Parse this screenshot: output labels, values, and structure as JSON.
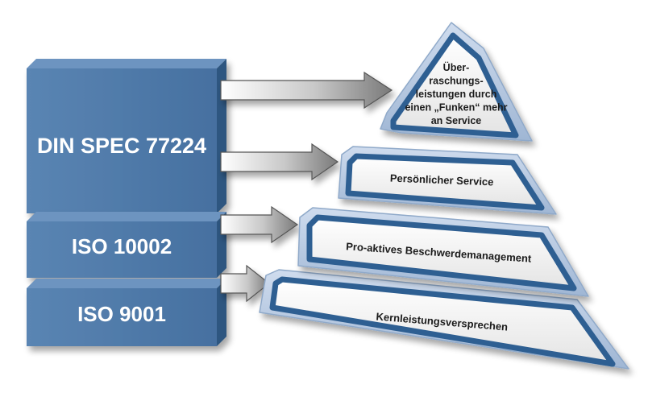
{
  "colors": {
    "block_front": "#4f79a7",
    "block_side": "#2f5680",
    "block_top": "#6d94c0",
    "tier_outer": "#b9cbe2",
    "tier_outer_shadow": "#8fa9c9",
    "tier_ring": "#2f5f92",
    "tier_inner": "#f2f2f2",
    "arrow_light": "#ffffff",
    "arrow_dark": "#8a8a8a"
  },
  "standards": [
    {
      "label": "DIN SPEC 77224"
    },
    {
      "label": "ISO 10002"
    },
    {
      "label": "ISO 9001"
    }
  ],
  "pyramid": {
    "tiers": [
      {
        "lines": [
          "Über-",
          "raschungs-",
          "leistungen durch",
          "einen „Funken“ mehr",
          "an Service"
        ]
      },
      {
        "lines": [
          "Persönlicher Service"
        ]
      },
      {
        "lines": [
          "Pro-aktives Beschwerdemanagement"
        ]
      },
      {
        "lines": [
          "Kernleistungsversprechen"
        ]
      }
    ]
  }
}
